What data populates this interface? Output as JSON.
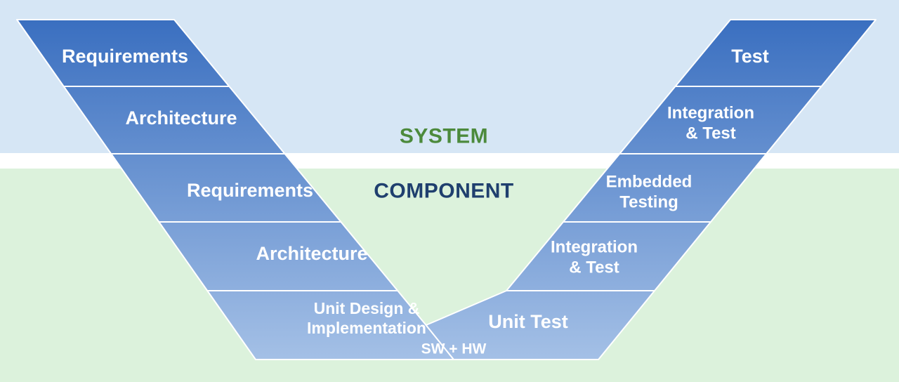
{
  "colors": {
    "system_background": "#d6e6f5",
    "component_background": "#dcf2dc",
    "divider": "#ffffff",
    "segment_dark": "#3a6fc0",
    "segment_light": "#a4c0e6",
    "segment_border": "#ffffff",
    "segment_text": "#ffffff",
    "system_label": "#4c8a3c",
    "component_label": "#1f3f6e"
  },
  "zones": {
    "system_label": "SYSTEM",
    "component_label": "COMPONENT"
  },
  "left_branch": [
    {
      "lines": [
        "Requirements"
      ]
    },
    {
      "lines": [
        "Architecture"
      ]
    },
    {
      "lines": [
        "Requirements"
      ]
    },
    {
      "lines": [
        "Architecture"
      ]
    },
    {
      "lines": [
        "Unit Design &",
        "Implementation"
      ]
    }
  ],
  "right_branch": [
    {
      "lines": [
        "Test"
      ]
    },
    {
      "lines": [
        "Integration",
        "& Test"
      ]
    },
    {
      "lines": [
        "Embedded",
        "Testing"
      ]
    },
    {
      "lines": [
        "Integration",
        "& Test"
      ]
    },
    {
      "lines": [
        "Unit Test"
      ]
    }
  ],
  "bottom_label": "SW + HW"
}
